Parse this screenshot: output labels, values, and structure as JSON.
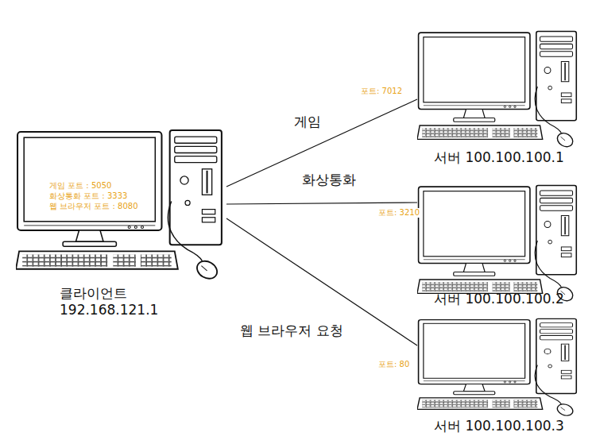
{
  "diagram": {
    "nodes": [
      {
        "text": [
          "게임 포트 : 5050",
          "화상통화 포트 : 3333",
          "웹 브라우저 포트 : 8080",
          "클라이언트 192.168.121.1"
        ]
      },
      {
        "text": [
          "포트: 7012",
          "서버 100.100.100.1"
        ]
      },
      {
        "text": [
          "포트: 3210",
          "서버 100.100.100.2"
        ]
      },
      {
        "text": [
          "포트: 80",
          "서버 100.100.100.3"
        ]
      }
    ],
    "edges": [
      {
        "from": 0,
        "to": 1,
        "label": "게임",
        "arrow": "none"
      },
      {
        "from": 0,
        "to": 2,
        "label": "화상통화",
        "arrow": "none"
      },
      {
        "from": 0,
        "to": 3,
        "label": "웹 브라우저 요청",
        "arrow": "none"
      }
    ]
  }
}
